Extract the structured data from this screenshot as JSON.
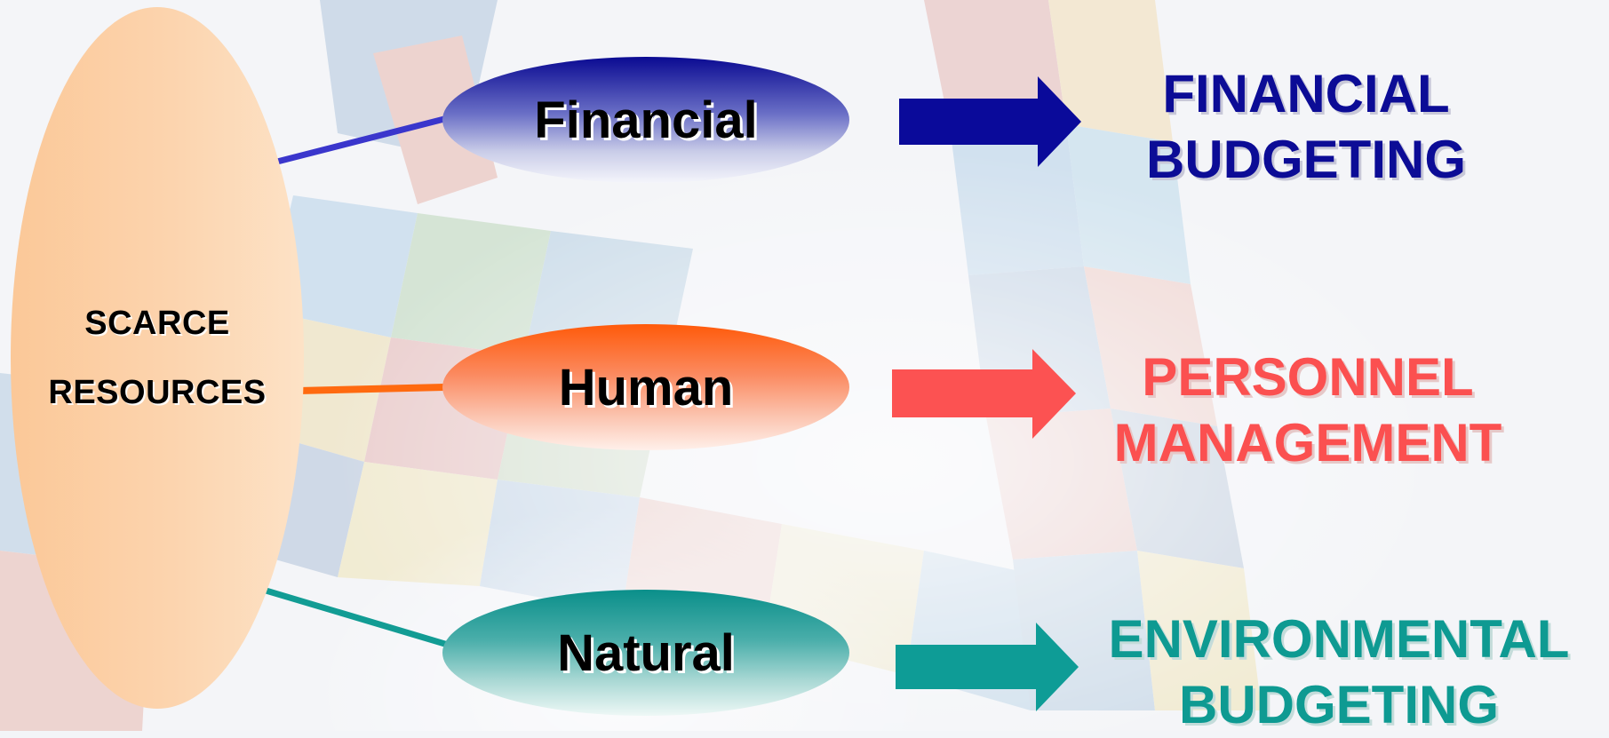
{
  "left_node": {
    "lines": [
      "SCARCE",
      "RESOURCES"
    ]
  },
  "categories": [
    {
      "label": "Financial",
      "color": "#0a0a92"
    },
    {
      "label": "Human",
      "color": "#ff5a0a"
    },
    {
      "label": "Natural",
      "color": "#0a8f8a"
    }
  ],
  "outcomes": [
    {
      "lines": [
        "FINANCIAL",
        "BUDGETING"
      ],
      "color": "#0c0c96"
    },
    {
      "lines": [
        "PERSONNEL",
        "MANAGEMENT"
      ],
      "color": "#fb5050"
    },
    {
      "lines": [
        "ENVIRONMENTAL",
        "BUDGETING"
      ],
      "color": "#0e9a92"
    }
  ],
  "connector_colors": [
    "#3a36cc",
    "#ff6a10",
    "#129c94"
  ],
  "arrow_colors": [
    "#0a0a9a",
    "#fc5252",
    "#0e9c96"
  ]
}
